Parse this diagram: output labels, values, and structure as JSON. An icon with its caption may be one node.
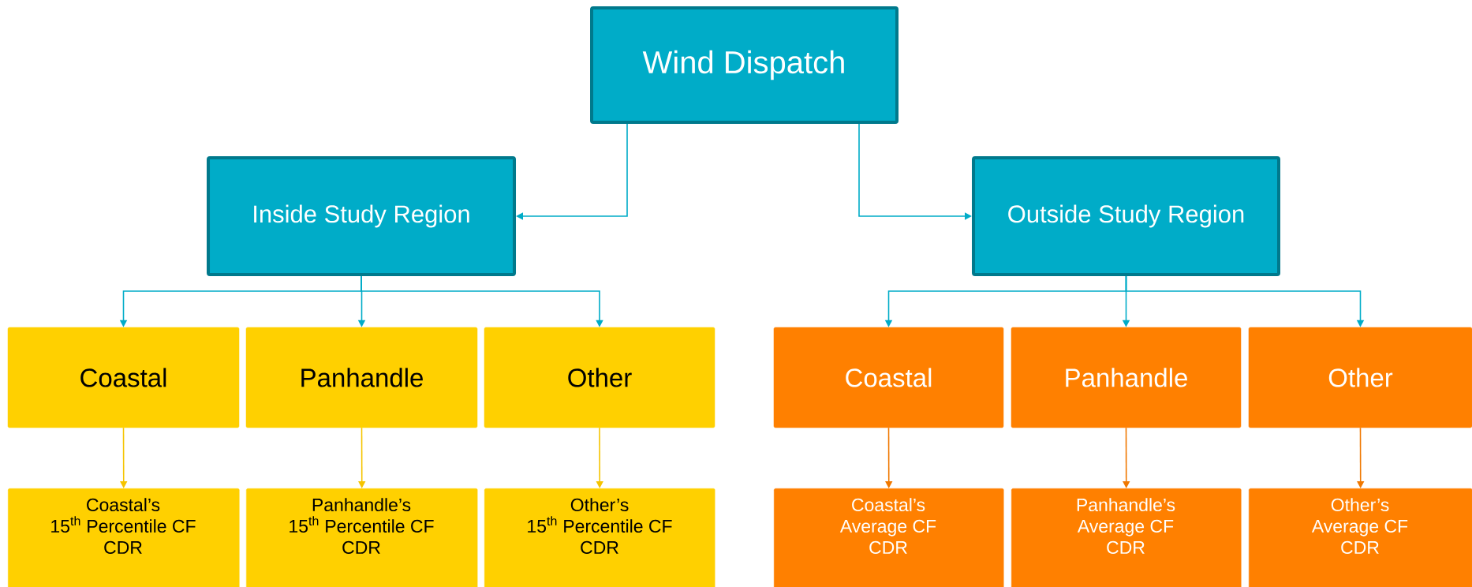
{
  "diagram": {
    "nodes": [
      {
        "text": [
          "Wind Dispatch"
        ]
      },
      {
        "text": [
          "Inside Study Region"
        ]
      },
      {
        "text": [
          "Outside Study Region"
        ]
      },
      {
        "text": [
          "Coastal"
        ]
      },
      {
        "text": [
          "Panhandle"
        ]
      },
      {
        "text": [
          "Other"
        ]
      },
      {
        "text": [
          "Coastal"
        ]
      },
      {
        "text": [
          "Panhandle"
        ]
      },
      {
        "text": [
          "Other"
        ]
      },
      {
        "text": [
          "Coastal’s",
          "15$^{th}$ Percentile CF",
          "CDR"
        ]
      },
      {
        "text": [
          "Panhandle’s",
          "15$^{th}$ Percentile CF",
          "CDR"
        ]
      },
      {
        "text": [
          "Other’s",
          "15$^{th}$ Percentile CF",
          "CDR"
        ]
      },
      {
        "text": [
          "Coastal’s",
          "Average CF",
          "CDR"
        ]
      },
      {
        "text": [
          "Panhandle’s",
          "Average CF",
          "CDR"
        ]
      },
      {
        "text": [
          "Other’s",
          "Average CF",
          "CDR"
        ]
      }
    ],
    "edges": [
      {
        "from": 0,
        "to": 1,
        "arrow": "to"
      },
      {
        "from": 0,
        "to": 2,
        "arrow": "to"
      },
      {
        "from": 1,
        "to": 3,
        "arrow": "to"
      },
      {
        "from": 1,
        "to": 4,
        "arrow": "to"
      },
      {
        "from": 1,
        "to": 5,
        "arrow": "to"
      },
      {
        "from": 2,
        "to": 6,
        "arrow": "to"
      },
      {
        "from": 2,
        "to": 7,
        "arrow": "to"
      },
      {
        "from": 2,
        "to": 8,
        "arrow": "to"
      },
      {
        "from": 3,
        "to": 9,
        "arrow": "to",
        "color": "#f5c400"
      },
      {
        "from": 4,
        "to": 10,
        "arrow": "to",
        "color": "#f5c400"
      },
      {
        "from": 5,
        "to": 11,
        "arrow": "to",
        "color": "#f5c400"
      },
      {
        "from": 6,
        "to": 12,
        "arrow": "to",
        "color": "#f07800"
      },
      {
        "from": 7,
        "to": 13,
        "arrow": "to",
        "color": "#f07800"
      },
      {
        "from": 8,
        "to": 14,
        "arrow": "to",
        "color": "#f07800"
      }
    ]
  }
}
